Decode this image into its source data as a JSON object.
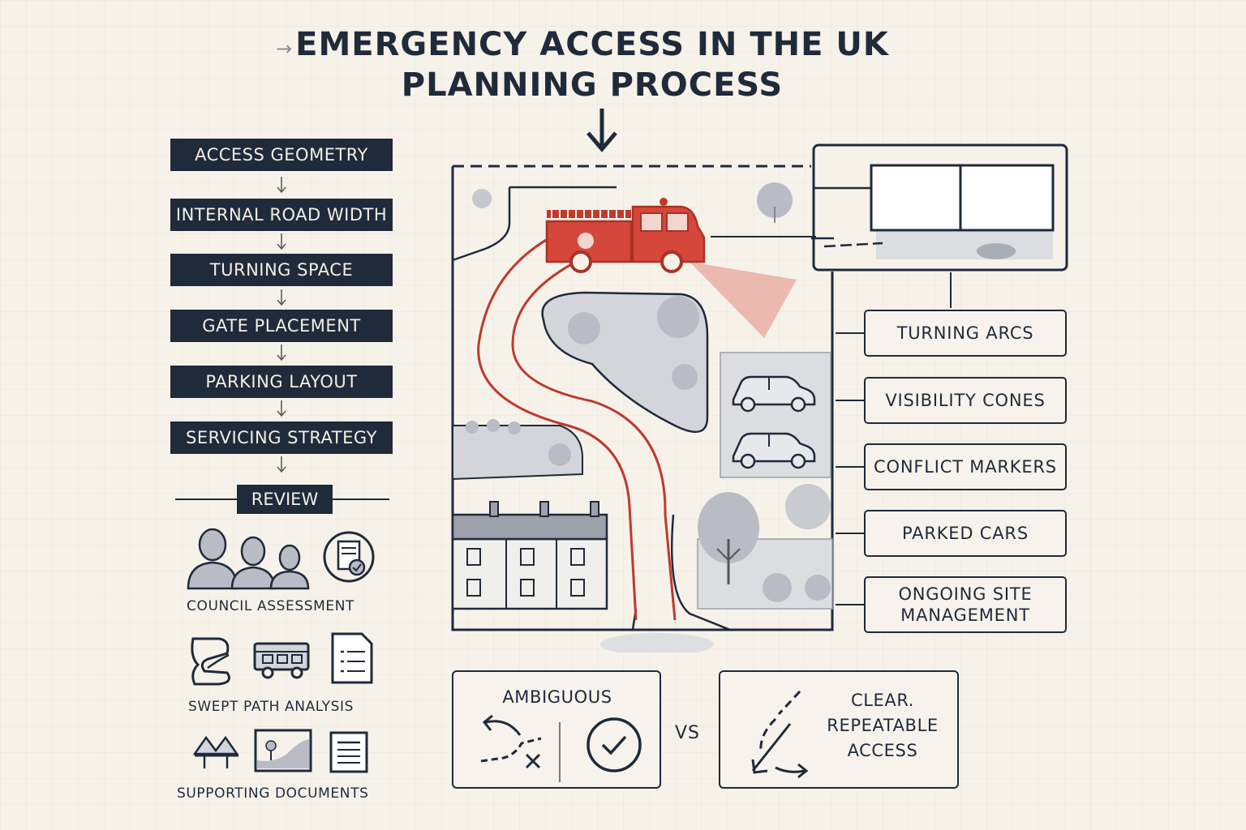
{
  "title": {
    "line1": "EMERGENCY ACCESS IN THE UK",
    "line2": "PLANNING PROCESS"
  },
  "steps": [
    "ACCESS GEOMETRY",
    "INTERNAL ROAD WIDTH",
    "TURNING SPACE",
    "GATE PLACEMENT",
    "PARKING LAYOUT",
    "SERVICING STRATEGY"
  ],
  "review": {
    "label": "REVIEW",
    "council": "COUNCIL ASSESSMENT",
    "swept": "SWEPT PATH ANALYSIS",
    "docs": "SUPPORTING DOCUMENTS"
  },
  "labels": [
    "TURNING  ARCS",
    "VISIBILITY  CONES",
    "CONFLICT MARKERS",
    "PARKED CARS",
    "ONGOING SITE MANAGEMENT"
  ],
  "compare": {
    "ambiguous": "AMBIGUOUS",
    "vs": "VS",
    "clear_line1": "CLEAR.",
    "clear_line2": "REPEATABLE",
    "clear_line3": "ACCESS"
  },
  "colors": {
    "navy": "#1f2a3a",
    "accent_red": "#c0392b",
    "paper": "#f6f2ea",
    "grey": "#b9bcc4"
  }
}
